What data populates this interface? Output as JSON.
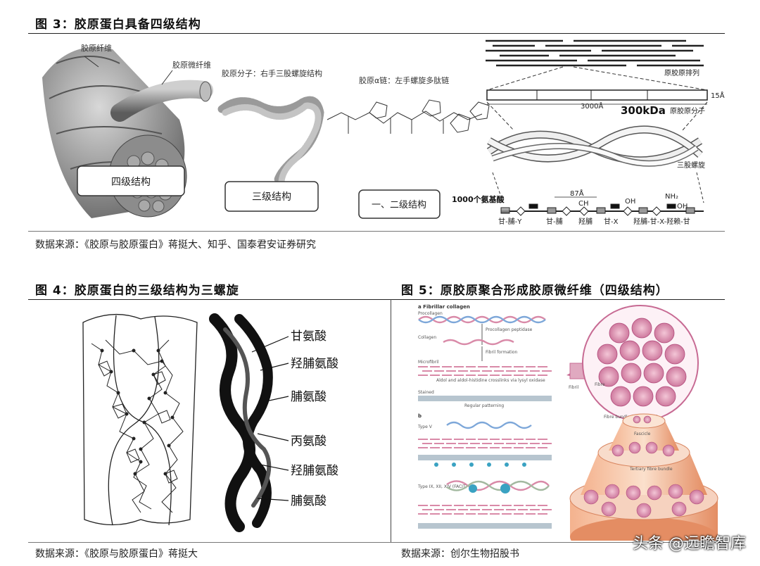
{
  "fig3": {
    "title": "图 3：胶原蛋白具备四级结构",
    "labels": {
      "fiber": "胶原纤维",
      "microfiber": "胶原微纤维",
      "molecule": "胶原分子：右手三股螺旋结构",
      "alpha_chain": "胶原α链：左手螺旋多肽链",
      "quaternary": "四级结构",
      "tertiary": "三级结构",
      "primary_secondary": "一、二级结构",
      "arrangement": "原胶原排列",
      "dim_15": "15Å",
      "dim_3000": "3000Å",
      "kda": "300kDa",
      "procollagen_molecule": "原胶原分子",
      "triple_helix": "三股螺旋",
      "amino_count": "1000个氨基酸",
      "dim_87": "87Å",
      "ch": "CH",
      "oh1": "OH",
      "oh2": "OH",
      "nh2": "NH₂",
      "seq1": "甘-脯-Y",
      "seq2": "甘-脯",
      "seq3": "羟脯",
      "seq4": "甘-X",
      "seq5": "羟脯-甘-X-羟赖-甘"
    },
    "source": "数据来源：《胶原与胶原蛋白》蒋挺大、知乎、国泰君安证券研究"
  },
  "fig4": {
    "title": "图 4：胶原蛋白的三级结构为三螺旋",
    "labels": [
      "甘氨酸",
      "羟脯氨酸",
      "脯氨酸",
      "丙氨酸",
      "羟脯氨酸",
      "脯氨酸"
    ],
    "source": "数据来源：《胶原与胶原蛋白》蒋挺大"
  },
  "fig5": {
    "title": "图 5：原胶原聚合形成胶原微纤维（四级结构）",
    "labels": {
      "a": "a  Fibrillar collagen",
      "procollagen": "Procollagen",
      "peptidase": "Procollagen peptidase",
      "collagen": "Collagen",
      "fibril_formation": "Fibril formation",
      "microfibril": "Microfibril",
      "crosslinks": "Aldol and aldol-histidine crosslinks via lysyl oxidase",
      "stained": "Stained",
      "regular": "Regular patterning",
      "b": "b",
      "type_v": "Type V",
      "facit": "Type IX, XII, XIV (FACIT)",
      "fibril": "Fibril",
      "fibre": "Fibre",
      "bundle": "Fibre bundle (subfascicle)",
      "fascicle": "Fascicle",
      "tertiary_bundle": "Tertiary fibre bundle"
    },
    "source": "数据来源：创尔生物招股书"
  },
  "watermark": "头条 @远瞻智库",
  "colors": {
    "rule": "#222222",
    "helix_pink": "#d98aa8",
    "helix_blue": "#7da7d9",
    "bundle_pink": "#e5a4bf"
  }
}
